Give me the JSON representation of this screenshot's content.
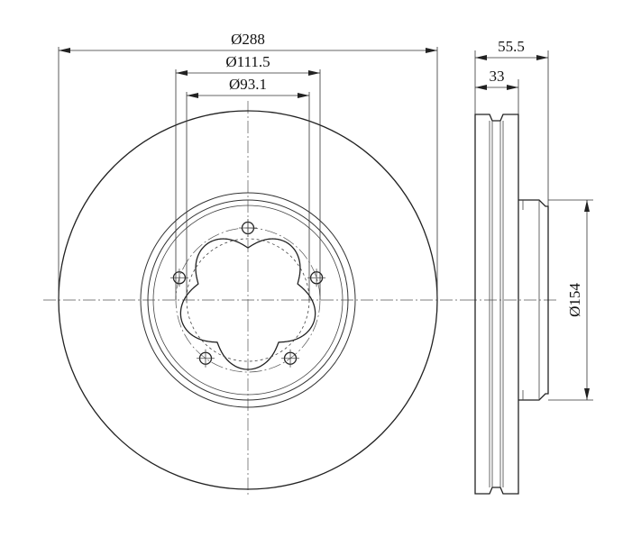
{
  "dimensions": {
    "outer_diameter": "Ø288",
    "bolt_circle_diameter": "Ø111.5",
    "center_bore_diameter": "Ø93.1",
    "total_height": "55.5",
    "disc_thickness": "33",
    "hat_diameter": "Ø154"
  },
  "colors": {
    "line": "#222222",
    "background": "#ffffff"
  }
}
